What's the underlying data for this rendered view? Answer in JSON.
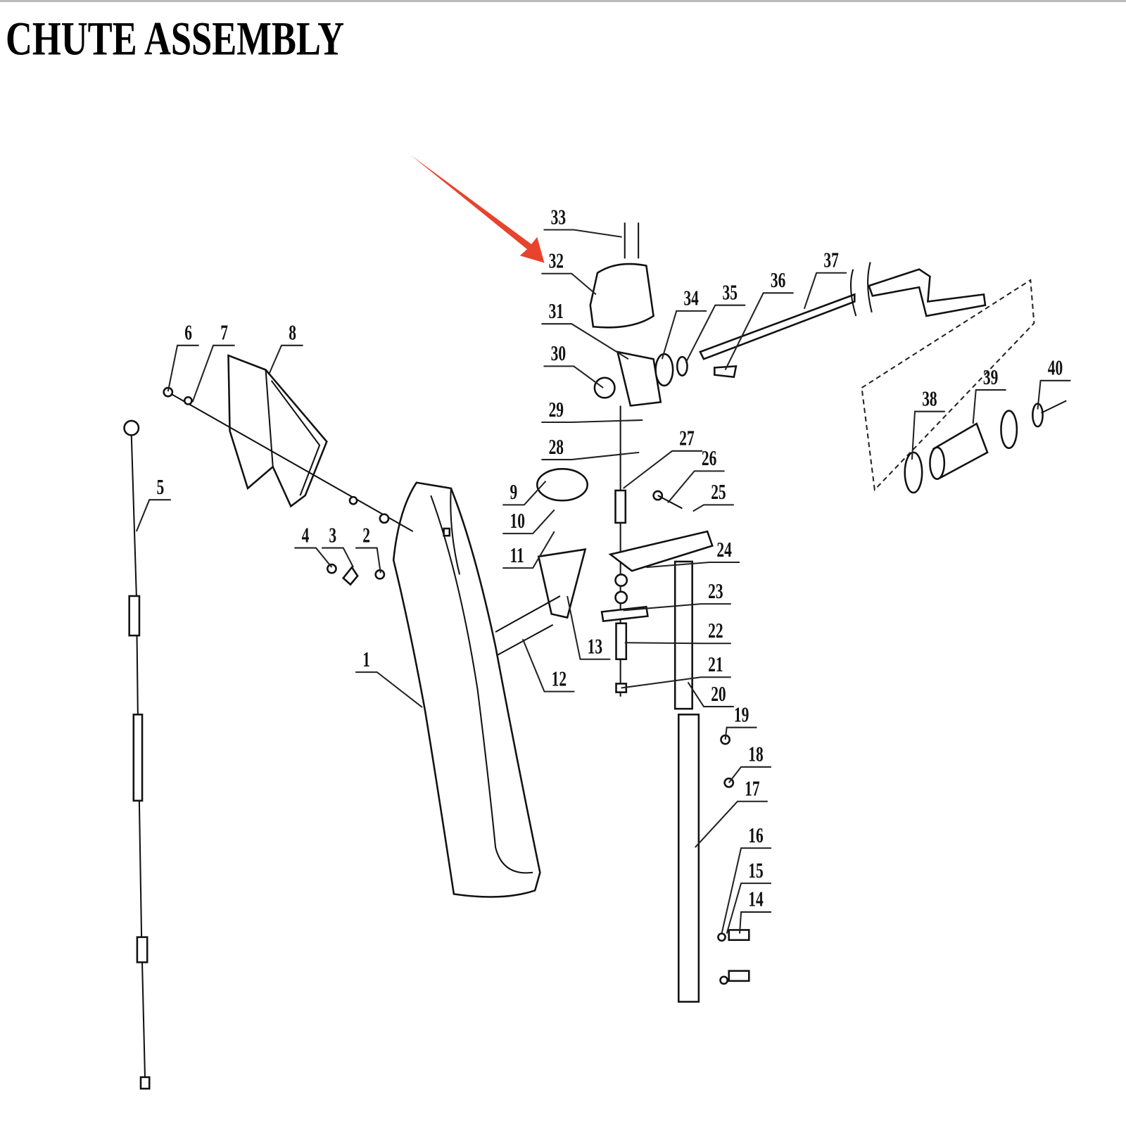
{
  "title": "CHUTE ASSEMBLY",
  "accent_arrow_color": "#e8432d",
  "highlighted_part": "32",
  "part_labels": [
    "1",
    "2",
    "3",
    "4",
    "5",
    "6",
    "7",
    "8",
    "9",
    "10",
    "11",
    "12",
    "13",
    "14",
    "15",
    "16",
    "17",
    "18",
    "19",
    "20",
    "21",
    "22",
    "23",
    "24",
    "25",
    "26",
    "27",
    "28",
    "29",
    "30",
    "31",
    "32",
    "33",
    "34",
    "35",
    "36",
    "37",
    "38",
    "39",
    "40"
  ]
}
